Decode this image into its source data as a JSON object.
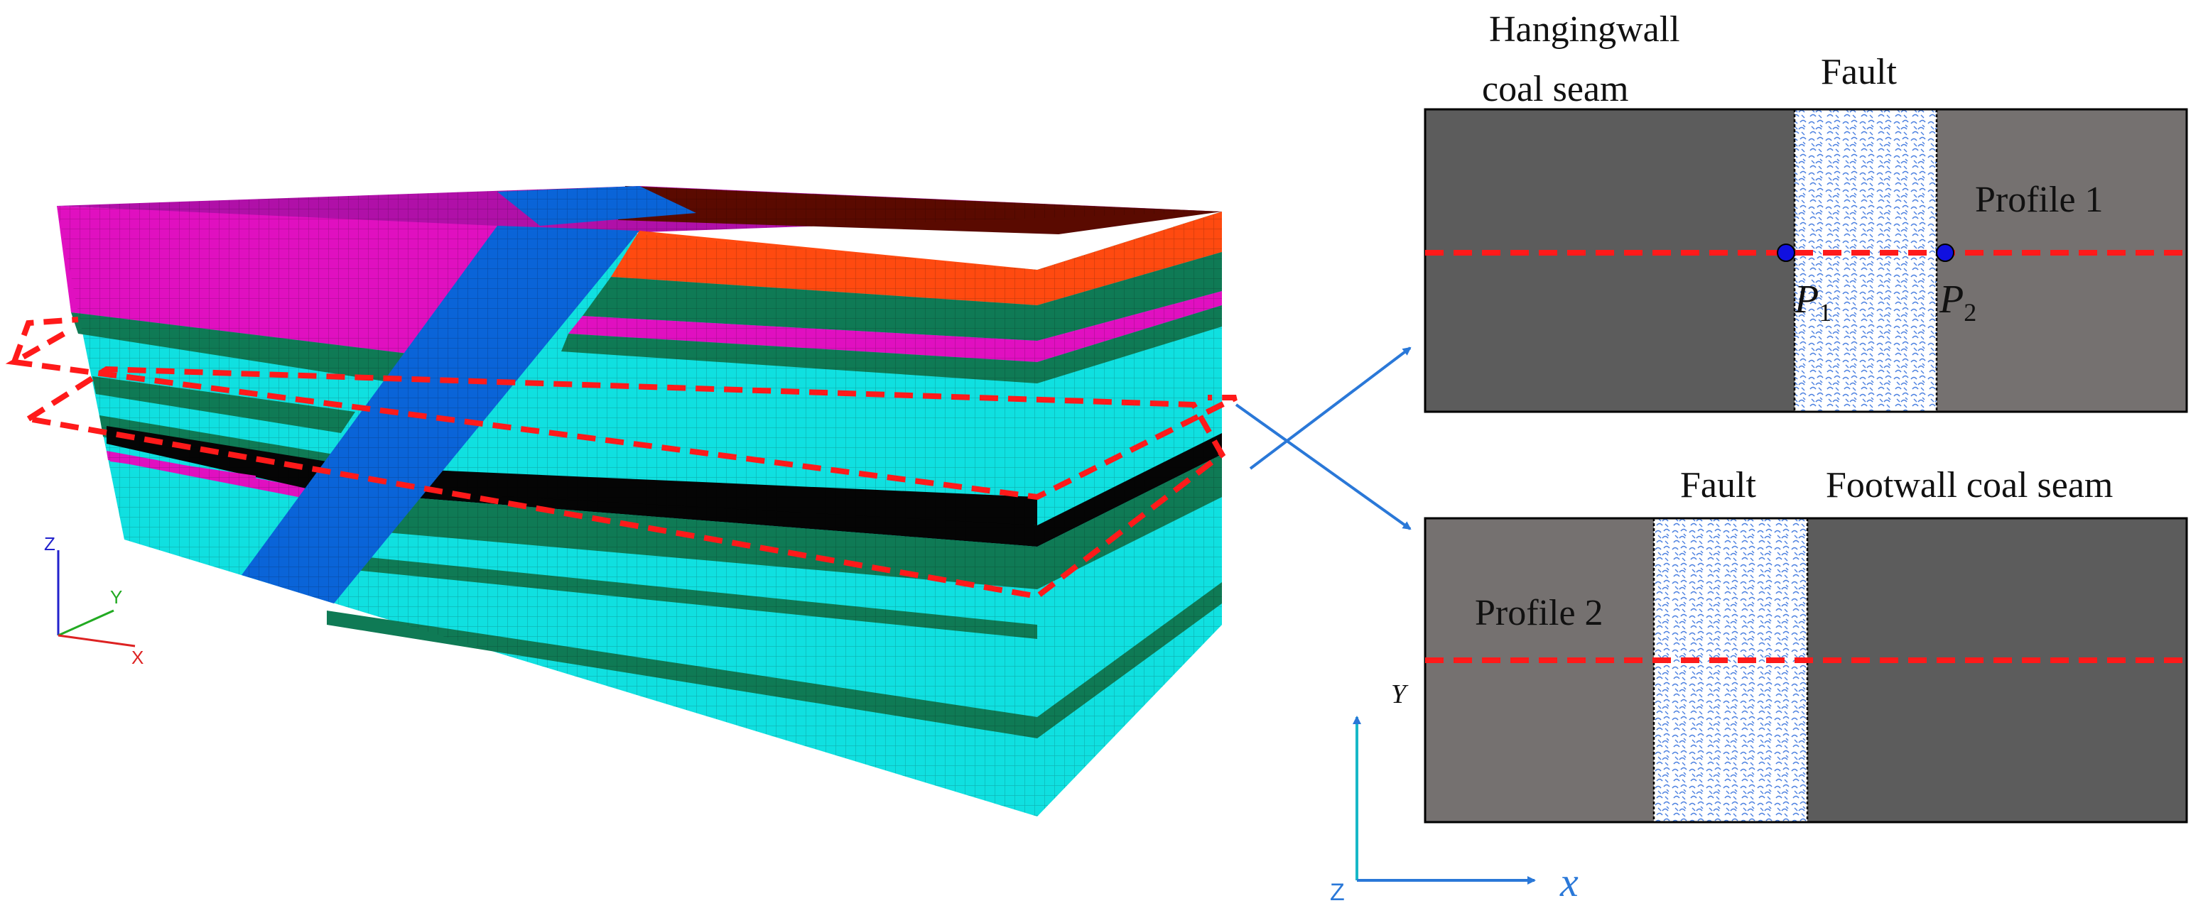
{
  "colors": {
    "magenta": "#e010c0",
    "orange": "#ff4a10",
    "dark_green": "#0f7a55",
    "cyan": "#10e0e0",
    "fault_blue": "#0a64d8",
    "black_seam": "#050505",
    "dark_brown_top": "#5a0a00",
    "hanging_gray": "#5c5c5c",
    "foot_gray": "#757170",
    "mesh_hatch": "#4a7fe0",
    "red_dash": "#ff1a1a",
    "arrow_blue": "#2a78d8",
    "axis_cyan": "#18b8c8",
    "axis_blue": "#2a78d8",
    "point_fill": "#1010e0"
  },
  "model_axes": {
    "z": "Z",
    "y": "Y",
    "x": "X"
  },
  "profile1": {
    "label_hanging_line1": "Hangingwall",
    "label_hanging_line2": "coal seam",
    "label_fault": "Fault",
    "label_profile": "Profile 1",
    "point1_base": "P",
    "point1_sub": "1",
    "point2_base": "P",
    "point2_sub": "2"
  },
  "profile2": {
    "label_fault": "Fault",
    "label_footwall": "Footwall coal seam",
    "label_profile": "Profile 2"
  },
  "plan_axes": {
    "y": "Y",
    "z": "Z",
    "x": "x"
  }
}
